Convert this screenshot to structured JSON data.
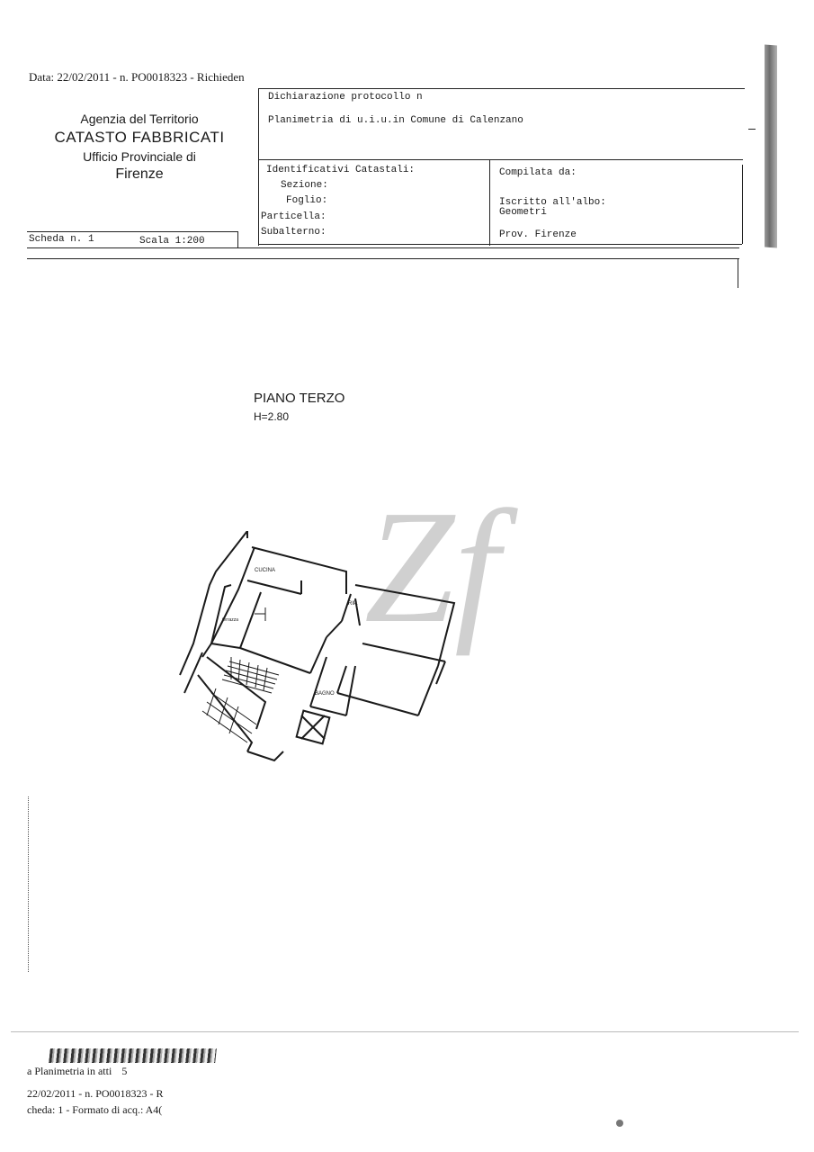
{
  "header": {
    "date_line": "Data: 22/02/2011 - n. PO0018323 - Richieden"
  },
  "agency": {
    "line1": "Agenzia del Territorio",
    "line2": "CATASTO FABBRICATI",
    "line3": "Ufficio Provinciale di",
    "line4": "Firenze"
  },
  "top_box": {
    "declaration": "Dichiarazione protocollo n",
    "planimetry": "Planimetria di u.i.u.in Comune di Calenzano"
  },
  "identifiers": {
    "title": "Identificativi Catastali:",
    "sezione": "Sezione:",
    "foglio": "Foglio:",
    "particella": "Particella:",
    "subalterno": "Subalterno:"
  },
  "compiled": {
    "title": "Compilata da:",
    "albo": "Iscritto all'albo:",
    "albo_value": "Geometri",
    "province": "Prov. Firenze"
  },
  "scheda": {
    "number": "Scheda n. 1",
    "scale": "Scala 1:200"
  },
  "plan": {
    "floor": "PIANO TERZO",
    "height": "H=2.80",
    "rooms": {
      "kitchen": "CUCINA",
      "terrace": "terrazza",
      "storage": "RIP.",
      "bath": "BAGNO"
    }
  },
  "watermark": "Zf",
  "footer": {
    "line1": "a Planimetria in atti",
    "line1_num": "5",
    "line2": "22/02/2011 - n. PO0018323 - R",
    "line3": "cheda: 1 - Formato di acq.: A4("
  }
}
